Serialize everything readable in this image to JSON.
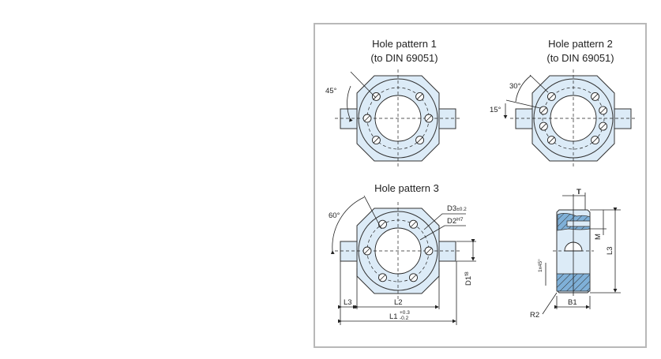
{
  "patterns": [
    {
      "title": "Hole pattern 1",
      "subtitle": "(to DIN 69051)",
      "angle": "45°",
      "holes": 6
    },
    {
      "title": "Hole pattern 2",
      "subtitle": "(to DIN 69051)",
      "angle_a": "30°",
      "angle_b": "15°",
      "holes": 8
    },
    {
      "title": "Hole pattern 3",
      "angle": "60°",
      "holes": 6
    }
  ],
  "dimensions": {
    "d3": "D3",
    "d3_tol": "±0.2",
    "d2": "D2",
    "d2_tol": "H7",
    "d1": "D1",
    "d1_tol": "f8",
    "l3": "L3",
    "l2": "L2",
    "l1": "L1",
    "l1_tol_upper": "+0.3",
    "l1_tol_lower": "-0.2",
    "t": "T",
    "m": "M",
    "chamfer": "1x45°",
    "b1": "B1",
    "r2": "R2",
    "l3_side": "L3"
  }
}
